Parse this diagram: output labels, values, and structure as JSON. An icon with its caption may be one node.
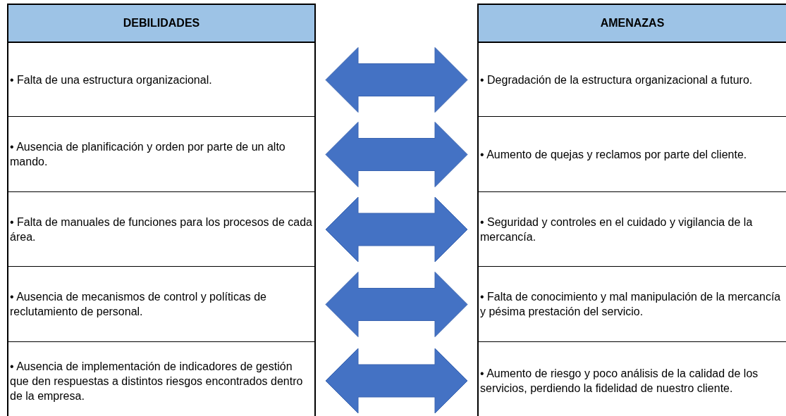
{
  "diagram": {
    "nodes": [
      {
        "text": [
          "DEBILIDADES"
        ]
      },
      {
        "text": [
          "• Falta de una estructura organizacional."
        ]
      },
      {
        "text": [
          "• Ausencia de planificación y orden por parte de un alto mando."
        ]
      },
      {
        "text": [
          "• Falta de manuales de funciones para los procesos de cada área."
        ]
      },
      {
        "text": [
          "• Ausencia de mecanismos de control y políticas de reclutamiento de personal."
        ]
      },
      {
        "text": [
          "• Ausencia de implementación de indicadores de gestión que den respuestas a distintos riesgos encontrados dentro de la empresa."
        ]
      },
      {
        "text": [
          "AMENAZAS"
        ]
      },
      {
        "text": [
          "• Degradación de la estructura organizacional a futuro."
        ]
      },
      {
        "text": [
          "• Aumento de quejas y reclamos por parte del cliente."
        ]
      },
      {
        "text": [
          "• Seguridad y controles en el cuidado y vigilancia de la mercancía."
        ]
      },
      {
        "text": [
          "• Falta de conocimiento y mal manipulación de la mercancía y pésima prestación del servicio."
        ]
      },
      {
        "text": [
          "• Aumento de riesgo y poco análisis de la calidad de los servicios, perdiendo la fidelidad de nuestro cliente."
        ]
      }
    ],
    "edges": [
      {
        "from": 1,
        "to": 7,
        "arrow": "both",
        "style": "thick"
      },
      {
        "from": 2,
        "to": 8,
        "arrow": "both",
        "style": "thick"
      },
      {
        "from": 3,
        "to": 9,
        "arrow": "both",
        "style": "thick"
      },
      {
        "from": 4,
        "to": 10,
        "arrow": "both",
        "style": "thick"
      },
      {
        "from": 5,
        "to": 11,
        "arrow": "both",
        "style": "thick"
      }
    ]
  }
}
